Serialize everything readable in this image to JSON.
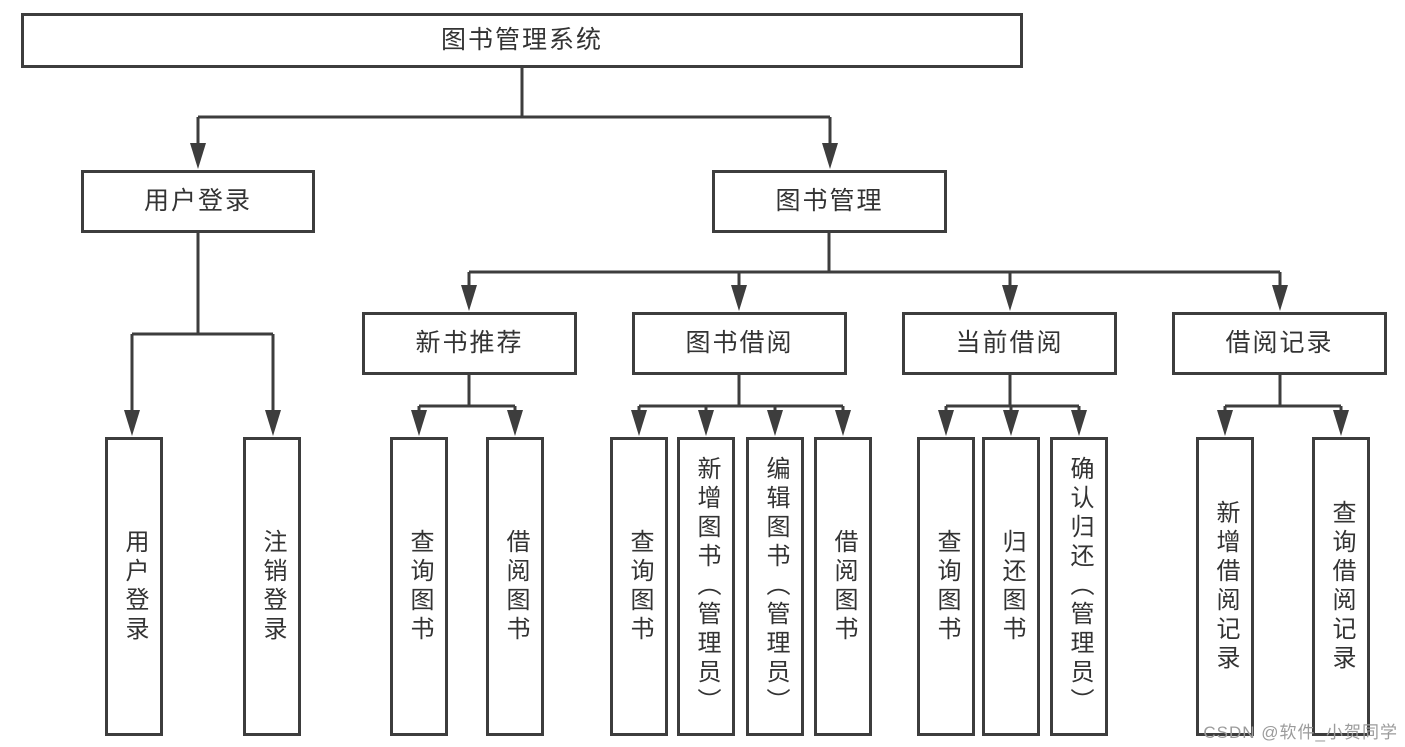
{
  "diagram": {
    "title": "图书管理系统",
    "nodes": [
      {
        "id": "library-management-system",
        "level": 1,
        "label": "图书管理系统"
      },
      {
        "id": "user-login-module",
        "level": 2,
        "label": "用户登录"
      },
      {
        "id": "book-management-module",
        "level": 2,
        "label": "图书管理"
      },
      {
        "id": "new-book-recommendation",
        "level": 3,
        "label": "新书推荐"
      },
      {
        "id": "book-borrowing",
        "level": 3,
        "label": "图书借阅"
      },
      {
        "id": "current-borrowing",
        "level": 3,
        "label": "当前借阅"
      },
      {
        "id": "borrowing-records",
        "level": 3,
        "label": "借阅记录"
      },
      {
        "id": "user-login",
        "level": 4,
        "label": "用户登录"
      },
      {
        "id": "logout",
        "level": 4,
        "label": "注销登录"
      },
      {
        "id": "query-books-recommend",
        "level": 4,
        "label": "查询图书"
      },
      {
        "id": "borrow-books-recommend",
        "level": 4,
        "label": "借阅图书"
      },
      {
        "id": "query-books-borrow",
        "level": 4,
        "label": "查询图书"
      },
      {
        "id": "add-books-admin",
        "level": 4,
        "label": "新增图书（管理员）"
      },
      {
        "id": "edit-books-admin",
        "level": 4,
        "label": "编辑图书（管理员）"
      },
      {
        "id": "borrow-books",
        "level": 4,
        "label": "借阅图书"
      },
      {
        "id": "query-books-current",
        "level": 4,
        "label": "查询图书"
      },
      {
        "id": "return-books",
        "level": 4,
        "label": "归还图书"
      },
      {
        "id": "confirm-return-admin",
        "level": 4,
        "label": "确认归还（管理员）"
      },
      {
        "id": "add-borrow-record",
        "level": 4,
        "label": "新增借阅记录"
      },
      {
        "id": "query-borrow-record",
        "level": 4,
        "label": "查询借阅记录"
      }
    ],
    "edges": [
      {
        "from": "library-management-system",
        "to": [
          "user-login-module",
          "book-management-module"
        ]
      },
      {
        "from": "user-login-module",
        "to": [
          "user-login",
          "logout"
        ]
      },
      {
        "from": "book-management-module",
        "to": [
          "new-book-recommendation",
          "book-borrowing",
          "current-borrowing",
          "borrowing-records"
        ]
      },
      {
        "from": "new-book-recommendation",
        "to": [
          "query-books-recommend",
          "borrow-books-recommend"
        ]
      },
      {
        "from": "book-borrowing",
        "to": [
          "query-books-borrow",
          "add-books-admin",
          "edit-books-admin",
          "borrow-books"
        ]
      },
      {
        "from": "current-borrowing",
        "to": [
          "query-books-current",
          "return-books",
          "confirm-return-admin"
        ]
      },
      {
        "from": "borrowing-records",
        "to": [
          "add-borrow-record",
          "query-borrow-record"
        ]
      }
    ]
  },
  "watermark": {
    "text": "CSDN @软件_小贺同学",
    "color": "#9b9b9b"
  },
  "colors": {
    "line": "#3d3d3d",
    "box_border": "#3d3d3d",
    "text": "#333333",
    "background": "#ffffff"
  }
}
